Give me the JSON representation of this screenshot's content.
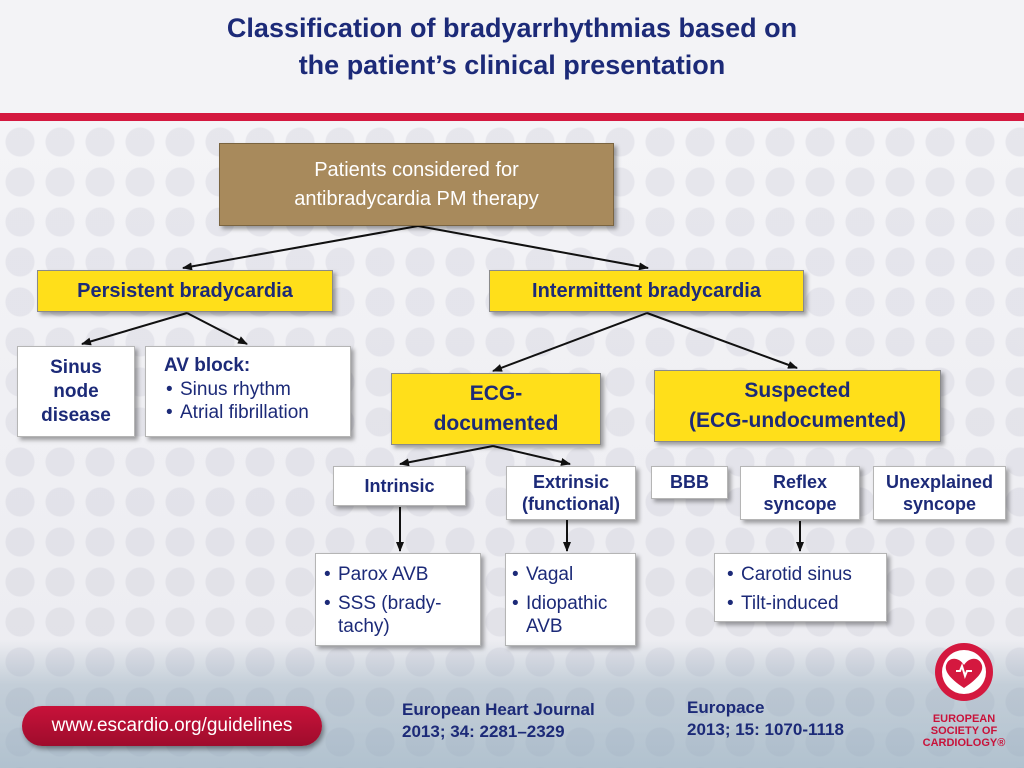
{
  "title": {
    "line1": "Classification of bradyarrhythmias based on",
    "line2": "the patient’s clinical presentation"
  },
  "colors": {
    "title": "#1c2a78",
    "accent_red": "#d4183f",
    "top_box": "#a88a5c",
    "category_box": "#ffdf1a"
  },
  "diagram": {
    "root": {
      "line1": "Patients considered for",
      "line2": "antibradycardia PM therapy"
    },
    "persistent": "Persistent bradycardia",
    "intermittent": "Intermittent bradycardia",
    "sinus_node": {
      "line1": "Sinus",
      "line2": "node",
      "line3": "disease"
    },
    "av_block": {
      "heading": "AV block:",
      "items": [
        "Sinus rhythm",
        "Atrial fibrillation"
      ]
    },
    "ecg_documented": {
      "line1": "ECG-",
      "line2": "documented"
    },
    "suspected": {
      "line1": "Suspected",
      "line2": "(ECG-undocumented)"
    },
    "intrinsic": "Intrinsic",
    "extrinsic": {
      "line1": "Extrinsic",
      "line2": "(functional)"
    },
    "bbb": "BBB",
    "reflex": {
      "line1": "Reflex",
      "line2": "syncope"
    },
    "unexplained": {
      "line1": "Unexplained",
      "line2": "syncope"
    },
    "intrinsic_items": [
      "Parox AVB",
      "SSS (brady-tachy)"
    ],
    "extrinsic_items": [
      "Vagal",
      "Idiopathic AVB"
    ],
    "reflex_items": [
      "Carotid sinus",
      "Tilt-induced"
    ]
  },
  "footer": {
    "url": "www.escardio.org/guidelines",
    "ref1": {
      "line1": "European Heart Journal",
      "line2": "2013; 34: 2281–2329"
    },
    "ref2": {
      "line1": "Europace",
      "line2": "2013; 15: 1070-1118"
    },
    "logo": {
      "icon": "heart-logo-icon",
      "line1": "EUROPEAN",
      "line2": "SOCIETY OF",
      "line3": "CARDIOLOGY®"
    }
  }
}
